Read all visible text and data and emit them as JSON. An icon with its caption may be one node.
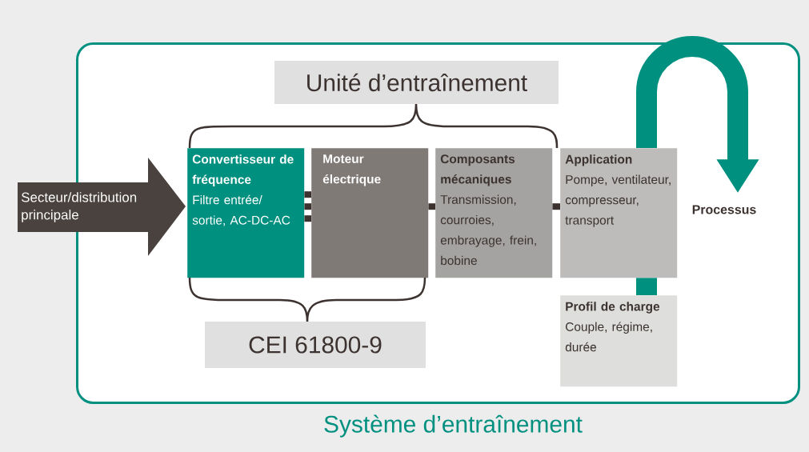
{
  "diagram": {
    "nodes": [
      {
        "text": [
          "Système d’entraînement"
        ]
      },
      {
        "text": [
          "Unité d’entraînement"
        ],
        "in": 0
      },
      {
        "text": [
          "Secteur/distribution principale"
        ]
      },
      {
        "text": [
          "Convertisseur de fréquence",
          "Filtre entrée/ sortie, AC-DC-AC"
        ],
        "in": 0
      },
      {
        "text": [
          "Moteur électrique"
        ],
        "in": 0
      },
      {
        "text": [
          "Composants mécaniques",
          "Transmission, courroies, embrayage, frein, bobine"
        ],
        "in": 0
      },
      {
        "text": [
          "Application",
          "Pompe, ventilateur, compresseur, transport"
        ],
        "in": 0
      },
      {
        "text": [
          "Profil de charge",
          "Couple, régime, durée"
        ],
        "in": 0
      },
      {
        "text": [
          "CEI 61800-9"
        ],
        "in": 0
      },
      {
        "text": [
          "Processus"
        ],
        "in": 0
      }
    ],
    "edges": [
      {
        "from": 3,
        "to": 4,
        "arrow": "none"
      },
      {
        "from": 3,
        "to": 4,
        "arrow": "none"
      },
      {
        "from": 3,
        "to": 4,
        "arrow": "none"
      },
      {
        "from": 4,
        "to": 5,
        "arrow": "none"
      },
      {
        "from": 5,
        "to": 6,
        "arrow": "none"
      },
      {
        "from": 7,
        "to": 6,
        "arrow": "none",
        "style": "thick",
        "color": "#009080"
      },
      {
        "from": 6,
        "to": 9,
        "arrow": "to",
        "style": "thick",
        "color": "#009080"
      }
    ]
  }
}
